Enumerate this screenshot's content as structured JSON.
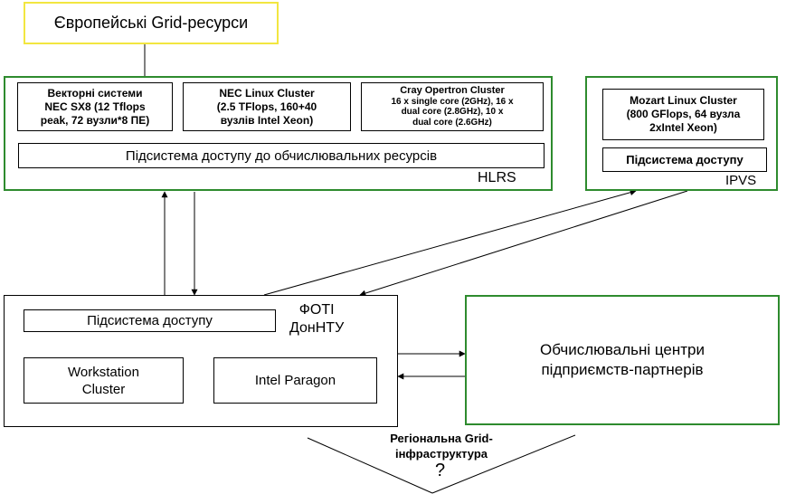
{
  "european": "Європейські Grid-ресурси",
  "hlrs": {
    "label": "HLRS",
    "vector": [
      "Векторні системи",
      "NEC SX8 (12 Tflops",
      "peak, 72 вузли*8 ПЕ)"
    ],
    "nec_linux": [
      "NEC Linux Cluster",
      "(2.5 TFlops, 160+40",
      "вузлів Intel Xeon)"
    ],
    "cray": [
      "Cray Opertron Cluster",
      "16 x single core (2GHz), 16 x",
      "dual core (2.8GHz), 10 x",
      "dual core (2.6GHz)"
    ],
    "access": "Підсистема доступу до обчислювальних ресурсів"
  },
  "ipvs": {
    "label": "IPVS",
    "mozart": [
      "Mozart Linux Cluster",
      "(800 GFlops, 64 вузла",
      "2xIntel Xeon)"
    ],
    "access": "Підсистема доступу"
  },
  "foti": {
    "label": [
      "ФОТІ",
      "ДонНТУ"
    ],
    "access": "Підсистема доступу",
    "workstation": [
      "Workstation",
      "Cluster"
    ],
    "paragon": "Intel Paragon"
  },
  "partners": [
    "Обчислювальні центри",
    "підприємств-партнерів"
  ],
  "regional": [
    "Регіональна Grid-",
    "інфраструктура"
  ],
  "question": "?"
}
